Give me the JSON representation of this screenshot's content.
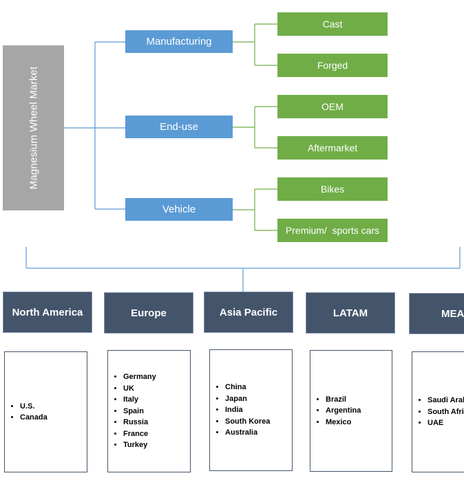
{
  "root": {
    "label": "Magnesium Wheel Market"
  },
  "segments": [
    {
      "label": "Manufacturing",
      "subs": [
        "Cast",
        "Forged"
      ]
    },
    {
      "label": "End-use",
      "subs": [
        "OEM",
        "Aftermarket"
      ]
    },
    {
      "label": "Vehicle",
      "subs": [
        "Bikes",
        "Premium/  sports cars"
      ]
    }
  ],
  "regions": [
    {
      "label": "North America",
      "countries": [
        "U.S.",
        "Canada"
      ]
    },
    {
      "label": "Europe",
      "countries": [
        "Germany",
        "UK",
        "Italy",
        "Spain",
        "Russia",
        "France",
        "Turkey"
      ]
    },
    {
      "label": "Asia Pacific",
      "countries": [
        "China",
        "Japan",
        "India",
        "South Korea",
        "Australia"
      ]
    },
    {
      "label": "LATAM",
      "countries": [
        "Brazil",
        "Argentina",
        "Mexico"
      ]
    },
    {
      "label": "MEA",
      "countries": [
        "Saudi Arabia",
        "South Africa",
        "UAE"
      ]
    }
  ],
  "colors": {
    "root": "#a6a6a6",
    "segment": "#5b9bd5",
    "sub_segment": "#70ad47",
    "region": "#44546a",
    "connector": "#5b9bd5",
    "sub_connector": "#70ad47"
  }
}
